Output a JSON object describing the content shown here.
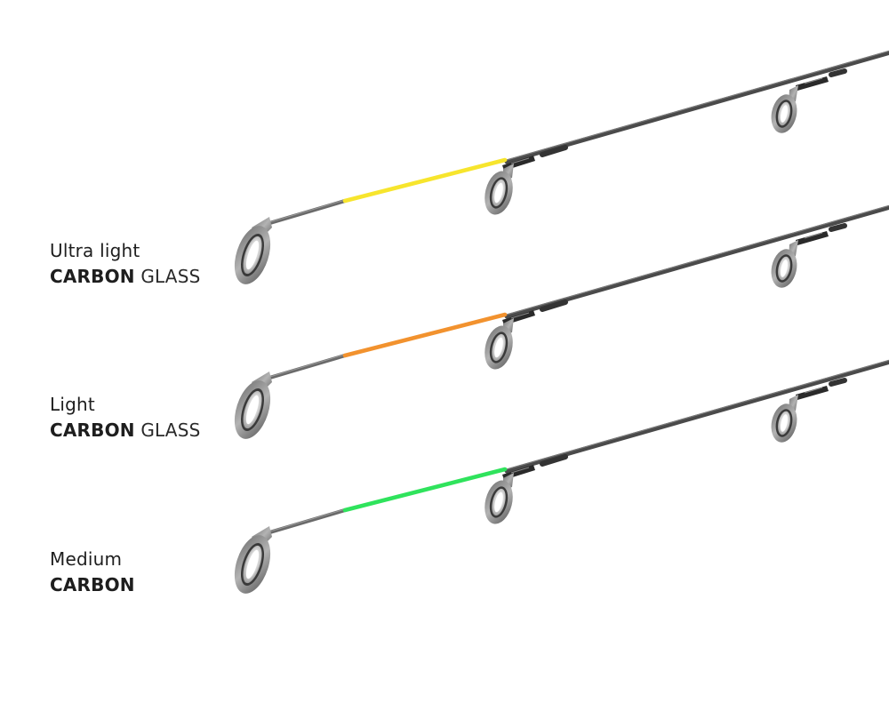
{
  "tips": [
    {
      "weight": "Ultra light",
      "material_bold": "CARBON",
      "material_light": "GLASS",
      "tip_color": "#f7e52d"
    },
    {
      "weight": "Light",
      "material_bold": "CARBON",
      "material_light": "GLASS",
      "tip_color": "#f2922e"
    },
    {
      "weight": "Medium",
      "material_bold": "CARBON",
      "material_light": "",
      "tip_color": "#2fe35c"
    }
  ],
  "colors": {
    "blank": "#4b4b4b",
    "blank_dark": "#2d2d2d",
    "guide_frame": "#8e8e8e",
    "guide_ring": "#bdbdbd"
  },
  "icons": [
    "rod-guide-icon"
  ]
}
